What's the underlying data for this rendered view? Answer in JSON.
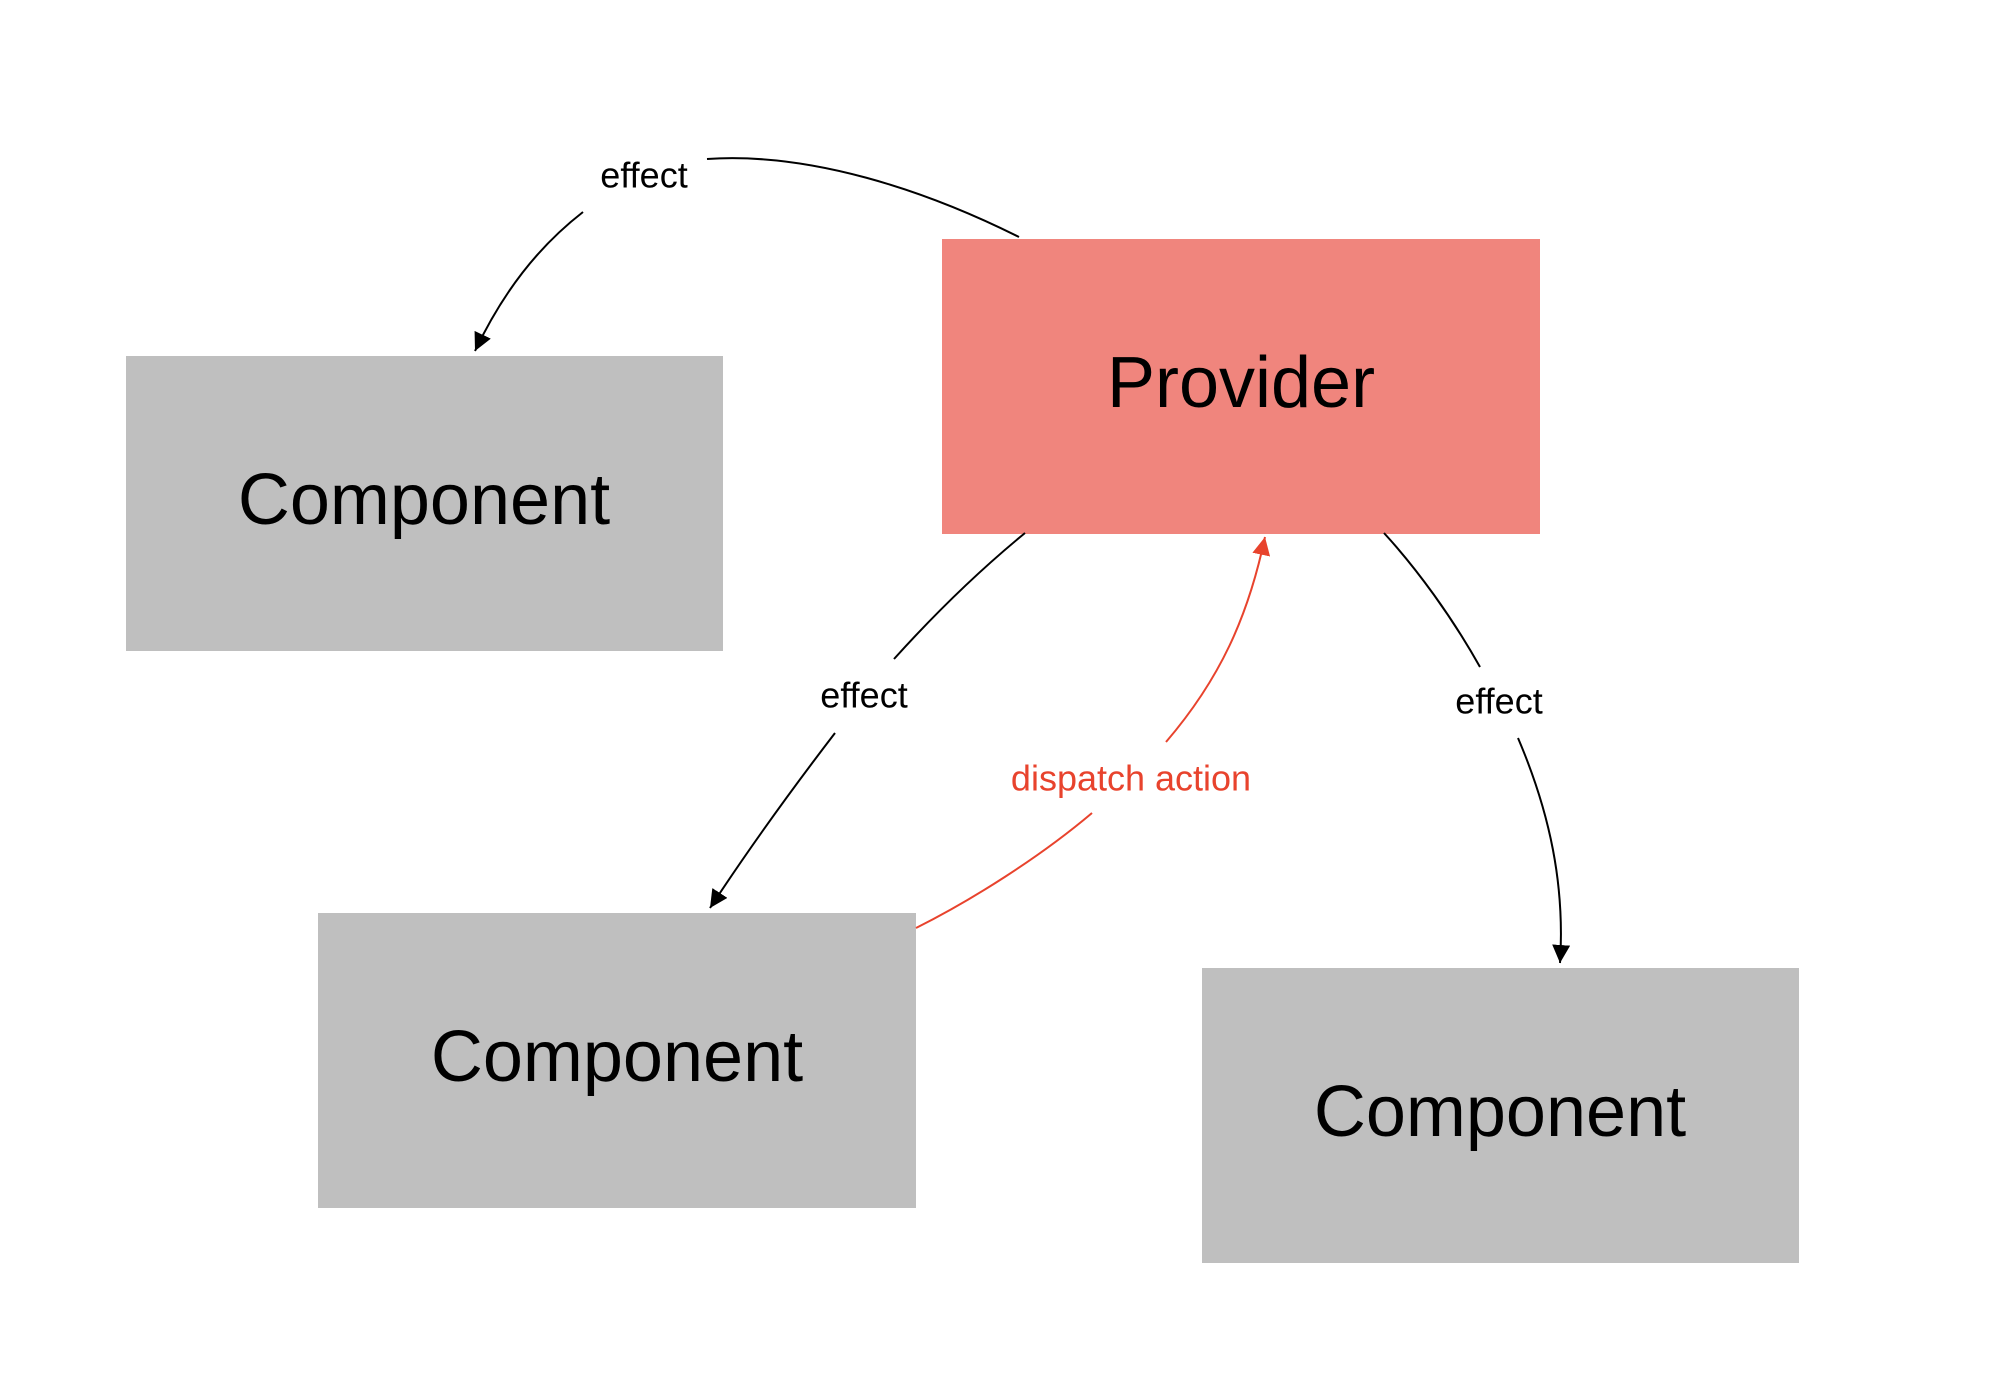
{
  "nodes": {
    "provider": {
      "label": "Provider",
      "color": "#F0857D"
    },
    "component_top_left": {
      "label": "Component",
      "color": "#BFBFBF"
    },
    "component_bottom_left": {
      "label": "Component",
      "color": "#BFBFBF"
    },
    "component_bottom_right": {
      "label": "Component",
      "color": "#BFBFBF"
    }
  },
  "edges": {
    "effect_to_top_left": {
      "label": "effect",
      "color": "#000000"
    },
    "effect_to_bottom_left": {
      "label": "effect",
      "color": "#000000"
    },
    "effect_to_bottom_right": {
      "label": "effect",
      "color": "#000000"
    },
    "dispatch_action": {
      "label": "dispatch action",
      "color": "#E8432D"
    }
  }
}
